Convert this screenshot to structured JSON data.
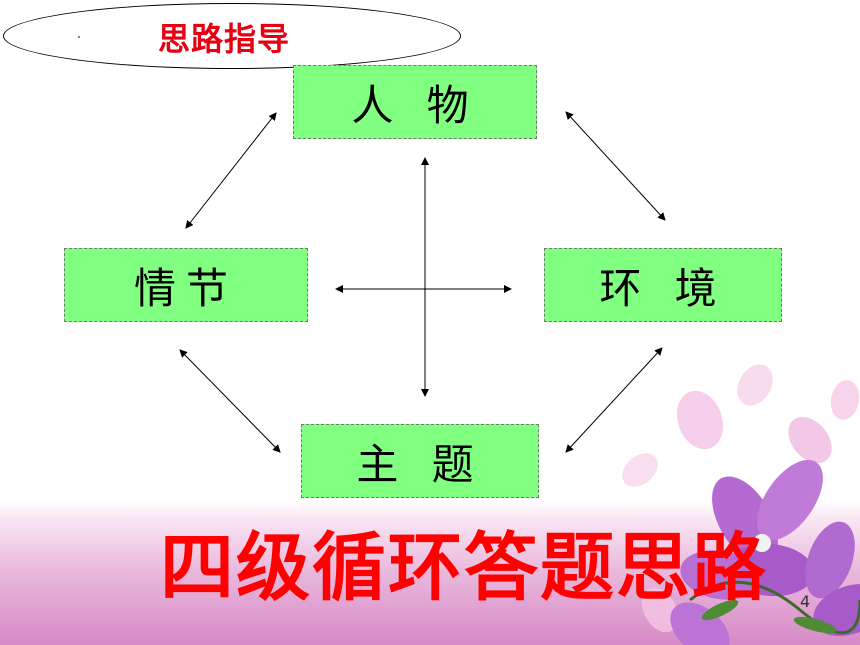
{
  "header": {
    "title": "思路指导"
  },
  "nodes": {
    "top": "人 物",
    "left": "情节",
    "right": "环 境",
    "bottom": "主 题"
  },
  "caption": "四级循环答题思路",
  "page_number": "4",
  "colors": {
    "node_fill": "#80ff80",
    "header_text": "#e60012",
    "caption_text": "#ff0000"
  },
  "icons": [
    "flower-decoration",
    "petal-decoration"
  ]
}
